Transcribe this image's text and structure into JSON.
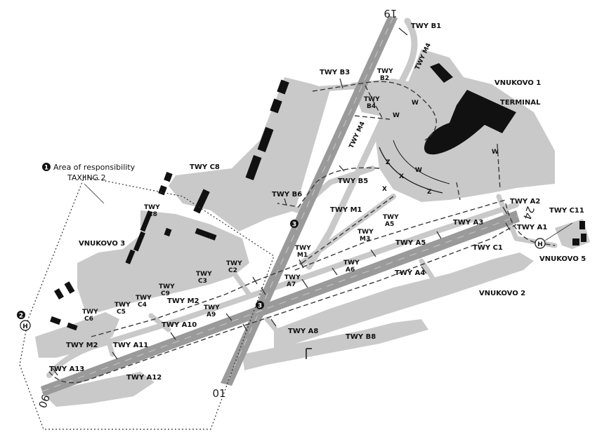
{
  "chart": {
    "runway_numbers": [
      "19",
      "01",
      "24",
      "06"
    ],
    "areas": {
      "vnukovo_1": "VNUKOVO 1",
      "terminal": "TERMINAL",
      "vnukovo_2": "VNUKOVO 2",
      "vnukovo_3": "VNUKOVO 3",
      "vnukovo_5": "VNUKOVO 5"
    },
    "legend": {
      "note1_marker": "1",
      "note1_line1": "Area of responsibility",
      "note1_line2": "TAXIING 2",
      "note2_marker": "2",
      "note3_marker": "3",
      "heliport_symbol": "H"
    },
    "taxiways": {
      "b1": "TWY B1",
      "m4_top": "TWY M4",
      "b3": "TWY B3",
      "b2_a": "TWY",
      "b2_b": "B2",
      "b4_a": "TWY",
      "b4_b": "B4",
      "m4_mid": "TWY M4",
      "c8_top": "TWY C8",
      "b5": "TWY B5",
      "b6": "TWY B6",
      "c8_a": "TWY",
      "c8_b": "C8",
      "m1_top": "TWY M1",
      "a5_top_a": "TWY",
      "a5_top_b": "A5",
      "m3_a": "TWY",
      "m3_b": "M3",
      "a2": "TWY A2",
      "c11": "TWY C11",
      "a3": "TWY A3",
      "a1": "TWY A1",
      "a5": "TWY A5",
      "c1": "TWY C1",
      "m1_a": "TWY",
      "m1_b": "M1",
      "a6_a": "TWY",
      "a6_b": "A6",
      "a4": "TWY A4",
      "c2_a": "TWY",
      "c2_b": "C2",
      "c3_a": "TWY",
      "c3_b": "C3",
      "a7_a": "TWY",
      "a7_b": "A7",
      "c9_a": "TWY",
      "c9_b": "C9",
      "m2_mid": "TWY M2",
      "c4_a": "TWY",
      "c4_b": "C4",
      "c5_a": "TWY",
      "c5_b": "C5",
      "a9_a": "TWY",
      "a9_b": "A9",
      "c6_a": "TWY",
      "c6_b": "C6",
      "a10": "TWY A10",
      "a8": "TWY A8",
      "b8": "TWY B8",
      "m2_left": "TWY M2",
      "a11": "TWY A11",
      "a13": "TWY A13",
      "a12": "TWY A12"
    },
    "surface_labels": [
      "W",
      "W",
      "W",
      "Z",
      "X",
      "W",
      "X",
      "Z"
    ]
  }
}
